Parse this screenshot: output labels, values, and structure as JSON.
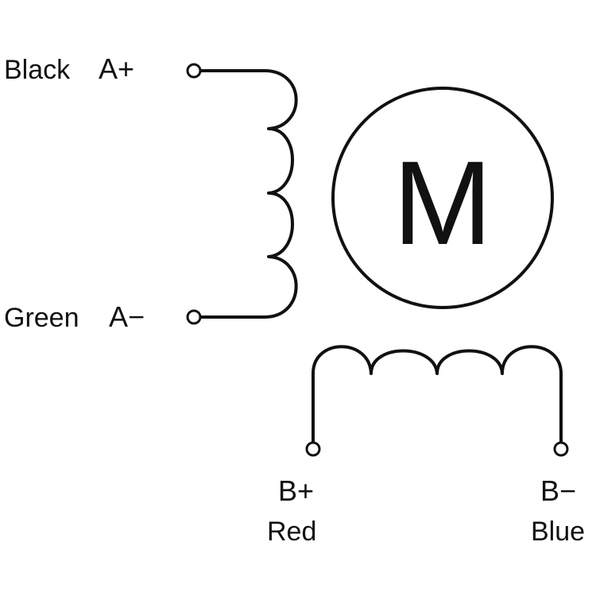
{
  "motor": {
    "symbol": "M"
  },
  "terminals": {
    "a_plus": {
      "color_name": "Black",
      "polarity": "A+"
    },
    "a_minus": {
      "color_name": "Green",
      "polarity": "A−"
    },
    "b_plus": {
      "polarity": "B+",
      "color_name": "Red"
    },
    "b_minus": {
      "polarity": "B−",
      "color_name": "Blue"
    }
  },
  "colors": {
    "line": "#111111",
    "background": "#ffffff"
  }
}
